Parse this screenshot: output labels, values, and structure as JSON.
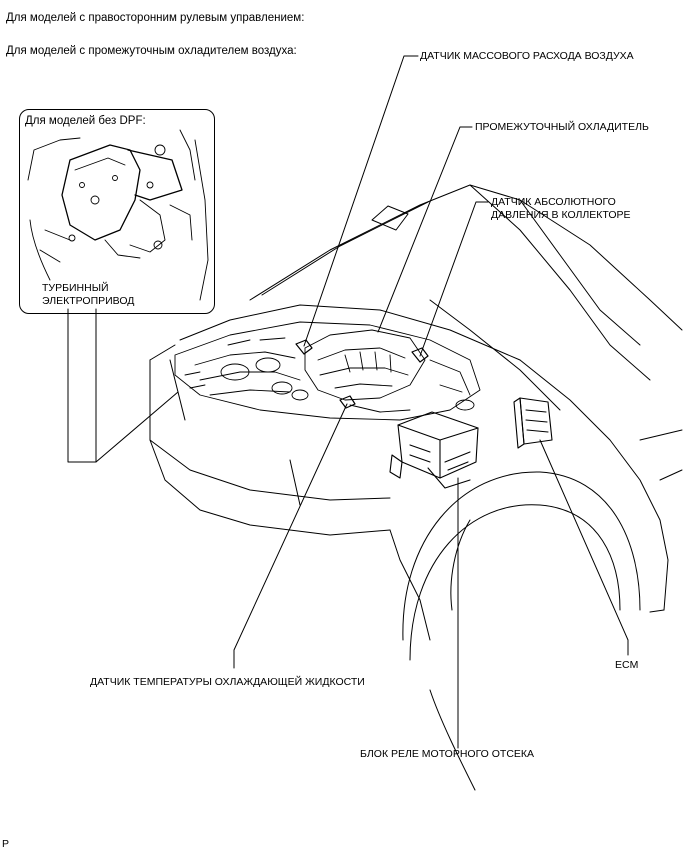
{
  "header": {
    "line1": "Для моделей с правосторонним рулевым управлением:",
    "line2": "Для моделей с промежуточным охладителем воздуха:"
  },
  "inset": {
    "title": "Для моделей без DPF:"
  },
  "labels": {
    "turbo_line1": "ТУРБИННЫЙ",
    "turbo_line2": "ЭЛЕКТРОПРИВОД",
    "maf": "ДАТЧИК МАССОВОГО РАСХОДА ВОЗДУХА",
    "intercooler": "ПРОМЕЖУТОЧНЫЙ ОХЛАДИТЕЛЬ",
    "map_line1": "ДАТЧИК АБСОЛЮТНОГО",
    "map_line2": "ДАВЛЕНИЯ В КОЛЛЕКТОРЕ",
    "ecm": "ECM",
    "coolant": "ДАТЧИК ТЕМПЕРАТУРЫ ОХЛАЖДАЮЩЕЙ ЖИДКОСТИ",
    "relay": "БЛОК РЕЛЕ МОТОРНОГО ОТСЕКА"
  },
  "footer": {
    "code": "P"
  }
}
